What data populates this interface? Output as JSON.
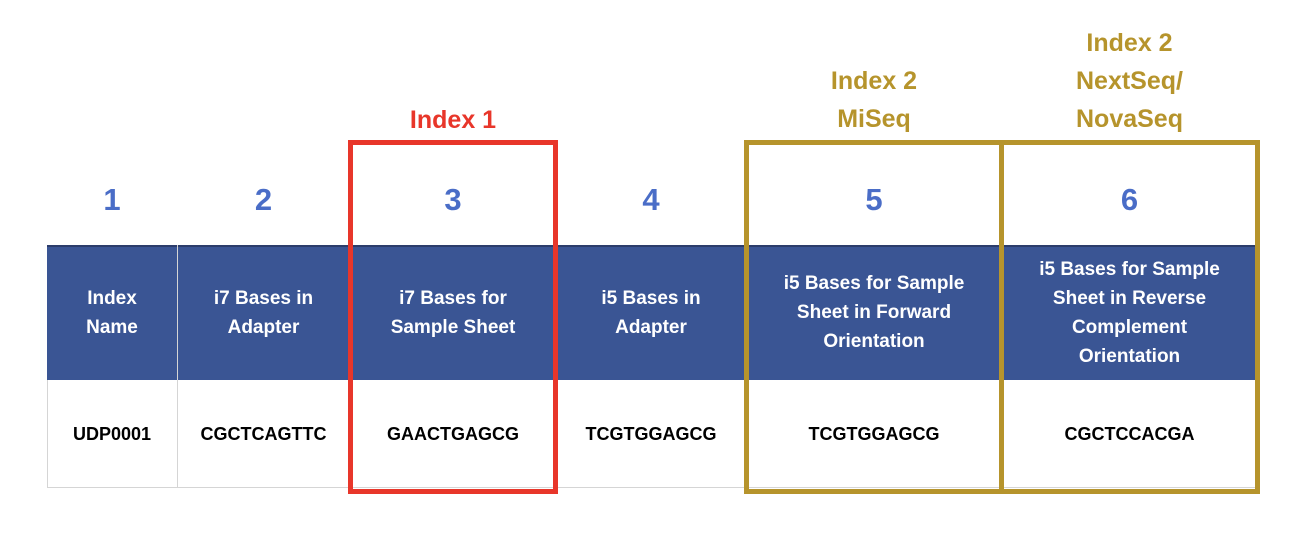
{
  "colors": {
    "header_bg": "#3a5594",
    "header_border": "#2c3d6b",
    "number_blue": "#4a6dc7",
    "index1_red": "#e8362a",
    "index2_gold": "#b6942c",
    "grid_line": "#d5d5d5"
  },
  "labels": {
    "index1": "Index 1",
    "index2_miseq": "Index 2\nMiSeq",
    "index2_nextseq": "Index 2\nNextSeq/\nNovaSeq"
  },
  "columns": [
    {
      "number": "1",
      "header": "Index\nName",
      "value": "UDP0001"
    },
    {
      "number": "2",
      "header": "i7 Bases in\nAdapter",
      "value": "CGCTCAGTTC"
    },
    {
      "number": "3",
      "header": "i7 Bases for\nSample Sheet",
      "value": "GAACTGAGCG"
    },
    {
      "number": "4",
      "header": "i5 Bases in\nAdapter",
      "value": "TCGTGGAGCG"
    },
    {
      "number": "5",
      "header": "i5 Bases for Sample\nSheet in Forward\nOrientation",
      "value": "TCGTGGAGCG"
    },
    {
      "number": "6",
      "header": "i5 Bases for Sample\nSheet in Reverse\nComplement\nOrientation",
      "value": "CGCTCCACGA"
    }
  ]
}
